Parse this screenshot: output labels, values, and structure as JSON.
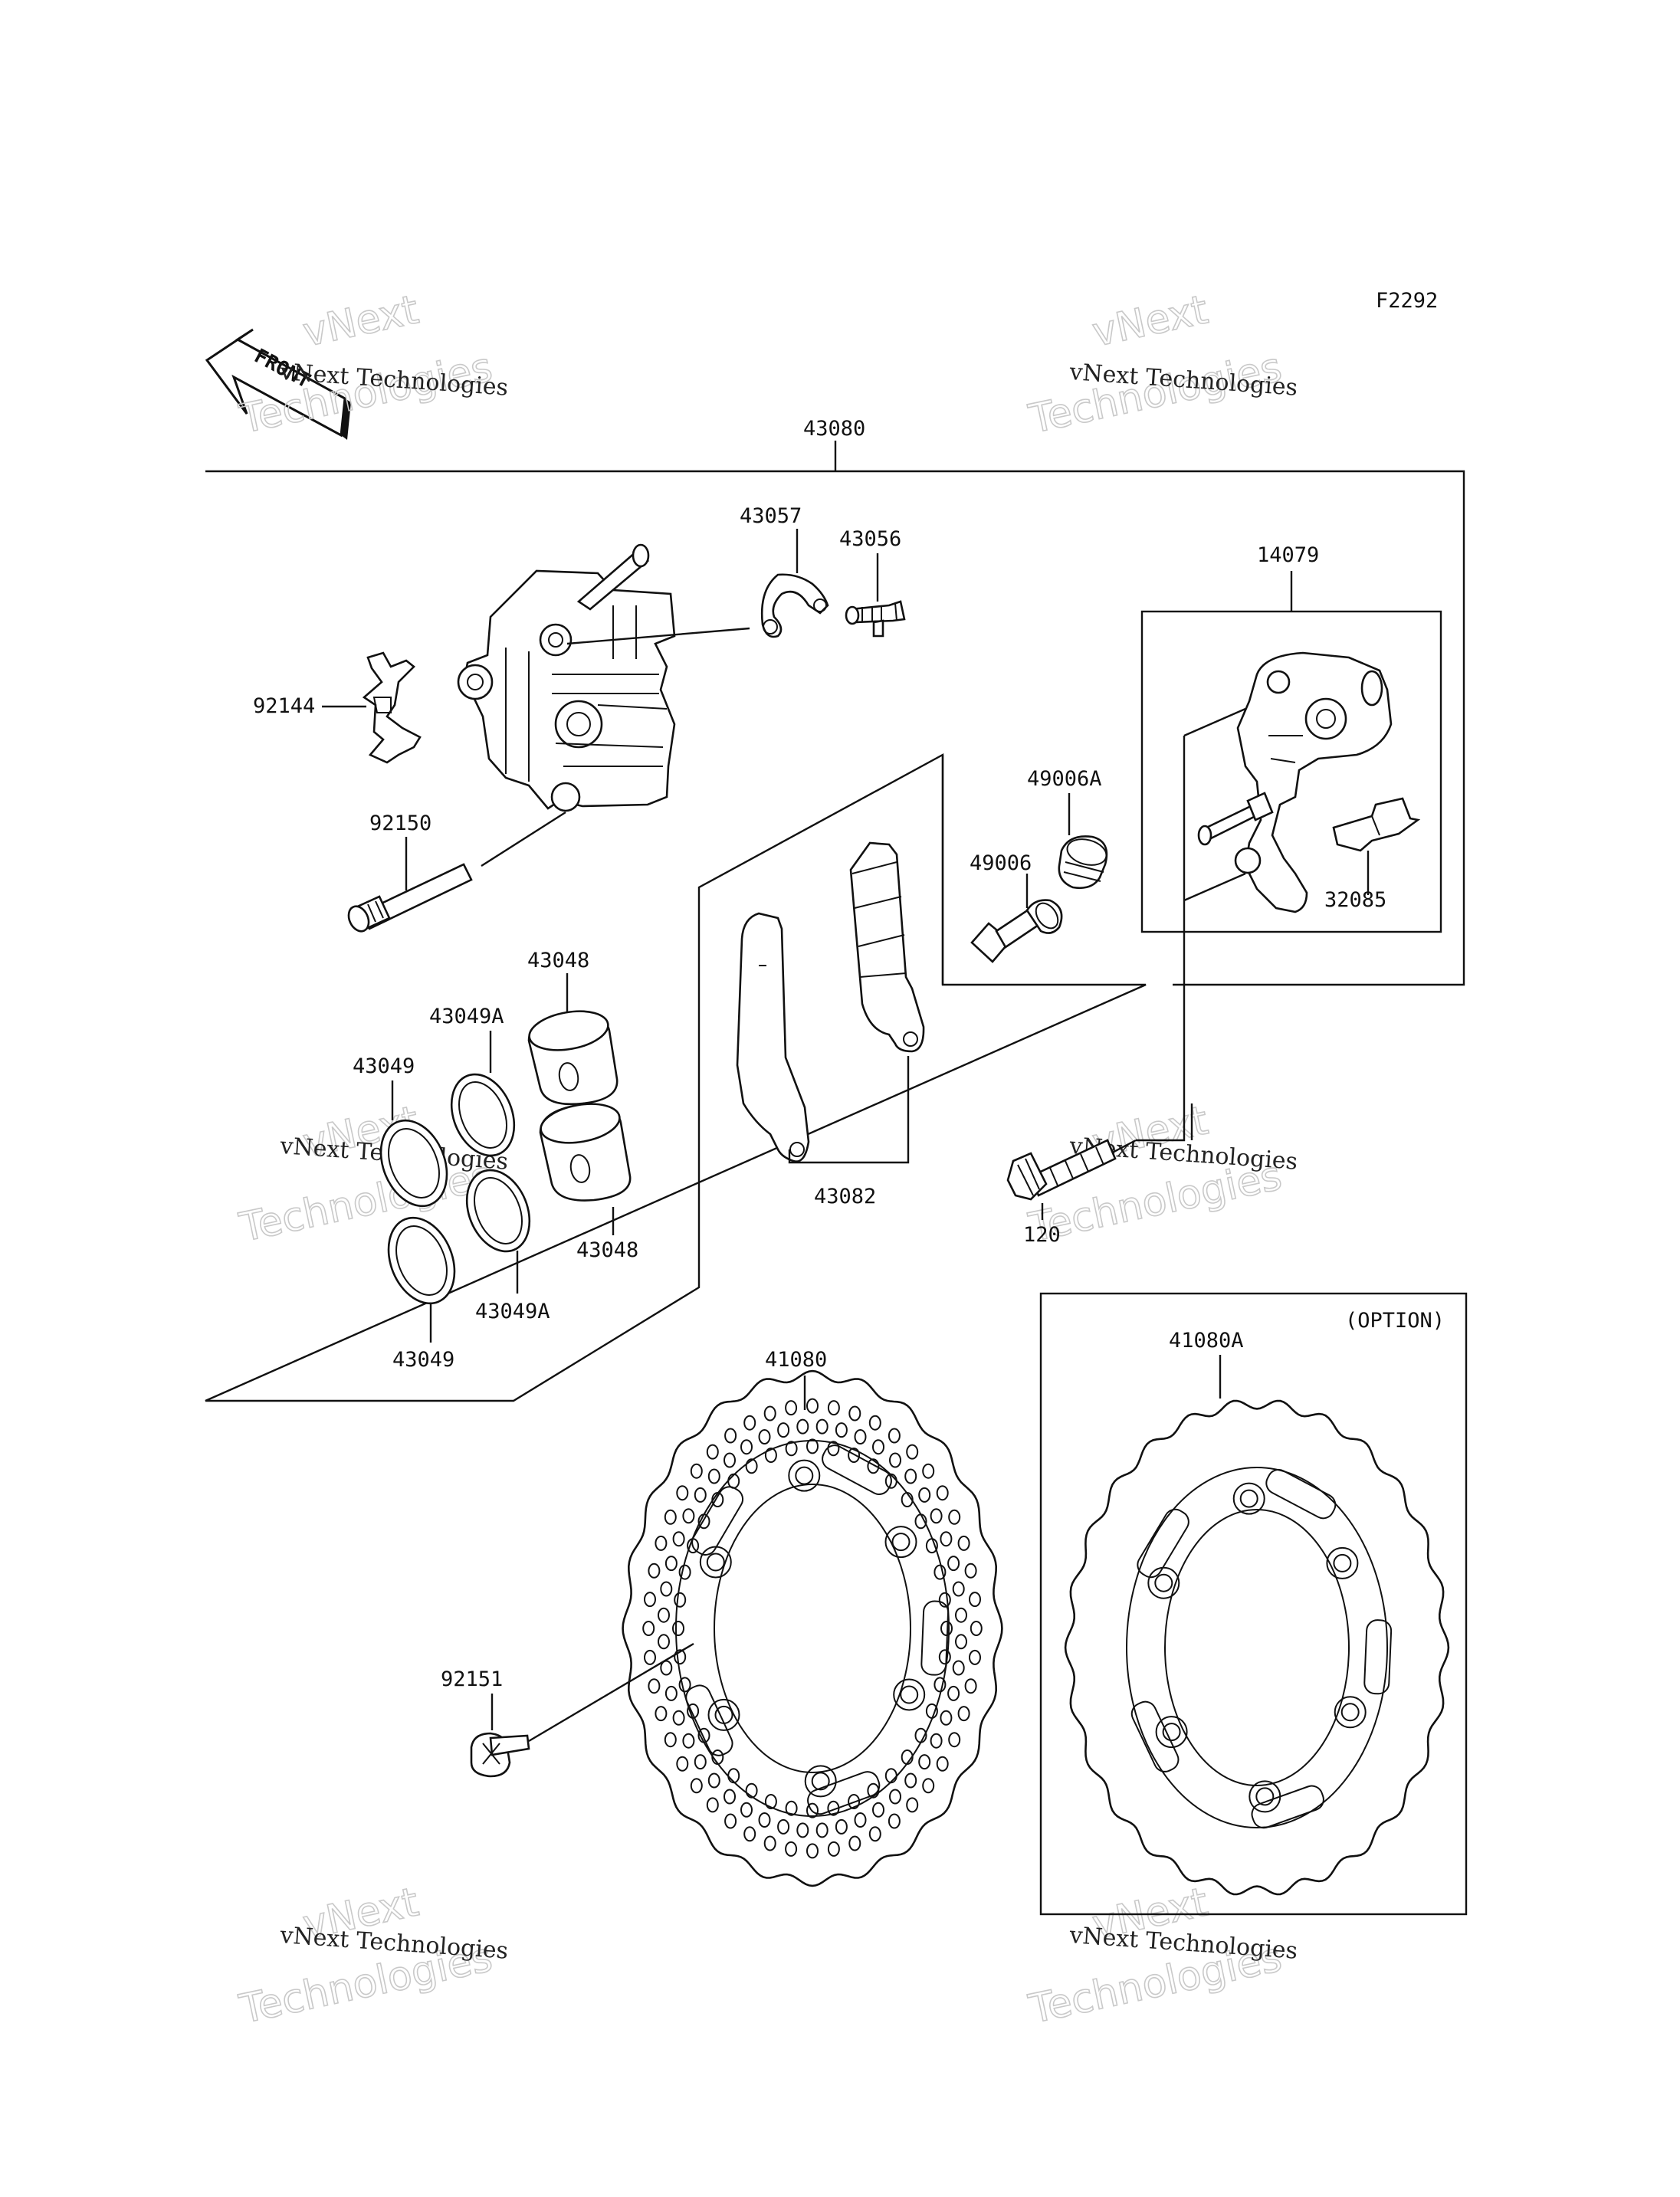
{
  "diagram_code": "F2292",
  "front_marker": "FRONT",
  "watermark": {
    "line1": "vNext",
    "line2": "Technologies",
    "caption": "vNext Technologies"
  },
  "option_label": "(OPTION)",
  "parts": [
    {
      "id": "p43080",
      "code": "43080"
    },
    {
      "id": "p43057",
      "code": "43057"
    },
    {
      "id": "p43056",
      "code": "43056"
    },
    {
      "id": "p14079",
      "code": "14079"
    },
    {
      "id": "p92144",
      "code": "92144"
    },
    {
      "id": "p49006A",
      "code": "49006A"
    },
    {
      "id": "p92150",
      "code": "92150"
    },
    {
      "id": "p49006",
      "code": "49006"
    },
    {
      "id": "p32085",
      "code": "32085"
    },
    {
      "id": "p43048a",
      "code": "43048"
    },
    {
      "id": "p43049Aa",
      "code": "43049A"
    },
    {
      "id": "p43049a",
      "code": "43049"
    },
    {
      "id": "p43082",
      "code": "43082"
    },
    {
      "id": "p43048b",
      "code": "43048"
    },
    {
      "id": "p120",
      "code": "120"
    },
    {
      "id": "p43049Ab",
      "code": "43049A"
    },
    {
      "id": "p43049b",
      "code": "43049"
    },
    {
      "id": "p41080",
      "code": "41080"
    },
    {
      "id": "p41080A",
      "code": "41080A"
    },
    {
      "id": "p92151",
      "code": "92151"
    }
  ]
}
